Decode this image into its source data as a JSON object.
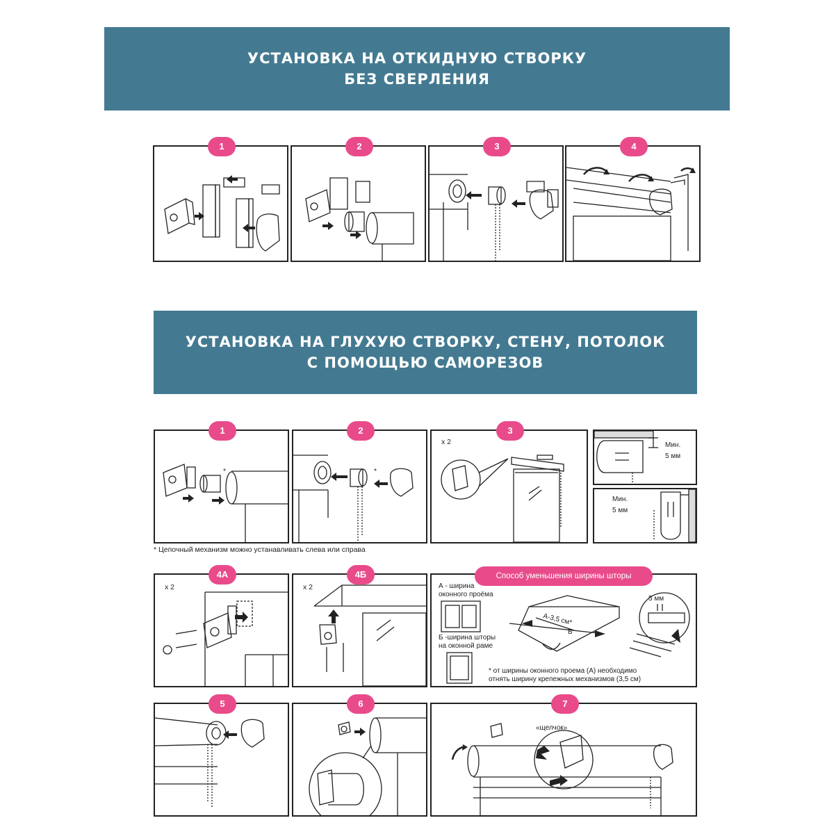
{
  "section1": {
    "title_line1": "УСТАНОВКА НА ОТКИДНУЮ СТВОРКУ",
    "title_line2": "БЕЗ СВЕРЛЕНИЯ",
    "steps": [
      "1",
      "2",
      "3",
      "4"
    ]
  },
  "section2": {
    "title_line1": "УСТАНОВКА НА ГЛУХУЮ СТВОРКУ, СТЕНУ, ПОТОЛОК",
    "title_line2": "С ПОМОЩЬЮ САМОРЕЗОВ",
    "steps": [
      "1",
      "2",
      "3",
      "4А",
      "4Б",
      "5",
      "6",
      "7"
    ],
    "x2": "x 2",
    "asterisk": "*",
    "min_label": "Мин.",
    "min_value": "5 мм",
    "chain_note": "* Цепочный механизм можно устанавливать слева или справа",
    "width_method": "Способ уменьшения ширины шторы",
    "a_width_line1": "А - ширина",
    "a_width_line2": "оконного проёма",
    "b_width_line1": "Б -ширина  шторы",
    "b_width_line2": "на оконной раме",
    "formula": "А-3,5 см*",
    "b_letter": "Б",
    "five_mm": "5 мм",
    "subtract_note_line1": "* от ширины оконного проема (А) необходимо",
    "subtract_note_line2": "отнять ширину крепежных механизмов (3,5 см)",
    "click": "«щелчок»"
  },
  "colors": {
    "banner": "#437a91",
    "badge": "#e94b8a",
    "line": "#222222"
  }
}
